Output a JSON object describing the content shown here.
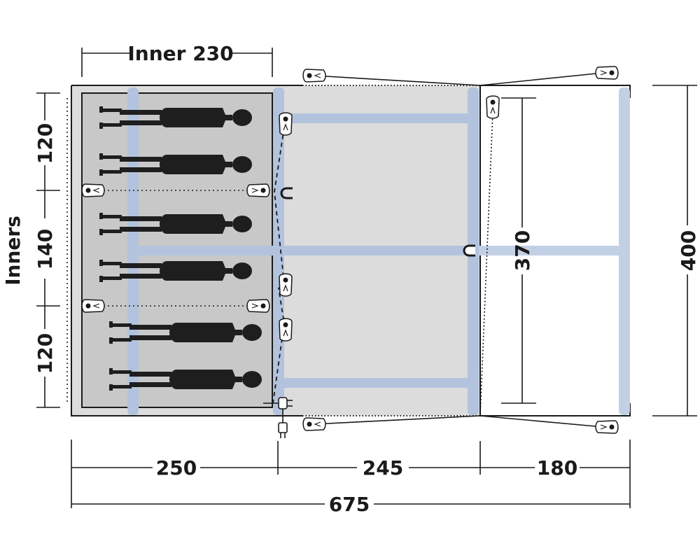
{
  "labels": {
    "inner_width": "Inner 230",
    "inners": "Inners",
    "inner_top": "120",
    "inner_middle": "140",
    "inner_bottom": "120",
    "inner_depth": "370",
    "total_depth": "400",
    "bedroom_length": "250",
    "living_length": "245",
    "porch_length": "180",
    "total_length": "675"
  },
  "colors": {
    "bedroom_fill": "#c8c8c8",
    "living_fill": "#dcdcdc",
    "pole": "#b3c3dd",
    "outline": "#1a1a1a"
  },
  "icons": {
    "sleeper": "person-icon",
    "peg": "peg-icon",
    "magnet": "magnet-icon",
    "power": "power-plug-icon"
  }
}
